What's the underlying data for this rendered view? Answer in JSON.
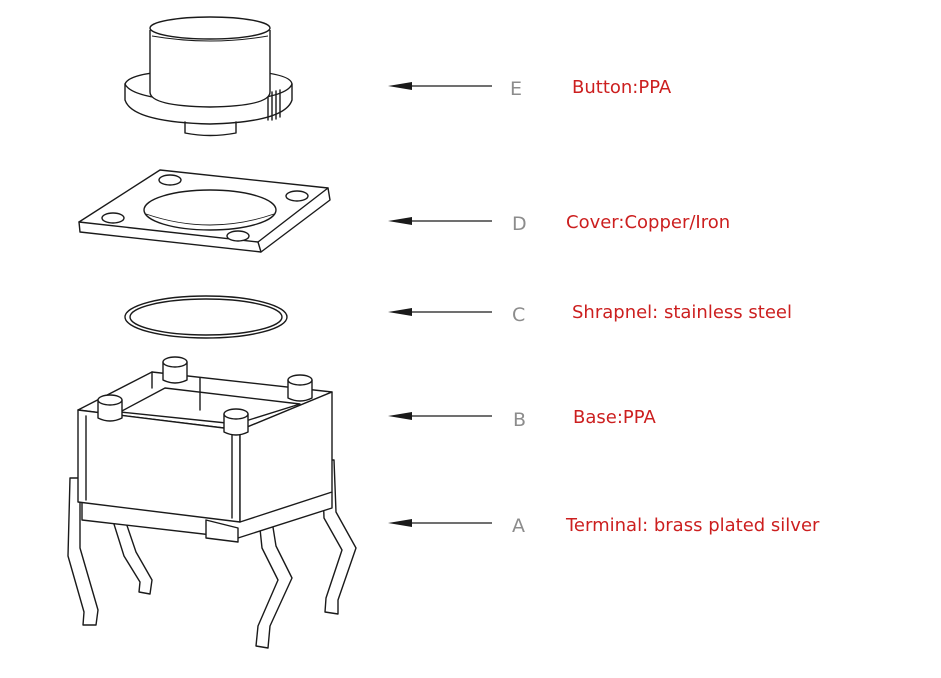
{
  "parts": [
    {
      "letter": "E",
      "description": "Button:PPA"
    },
    {
      "letter": "D",
      "description": "Cover:Copper/Iron"
    },
    {
      "letter": "C",
      "description": "Shrapnel: stainless steel"
    },
    {
      "letter": "B",
      "description": "Base:PPA"
    },
    {
      "letter": "A",
      "description": "Terminal: brass plated silver"
    }
  ],
  "colors": {
    "label": "#cc1f1f",
    "letter": "#8c8c8c",
    "line": "#1a1a1a"
  }
}
